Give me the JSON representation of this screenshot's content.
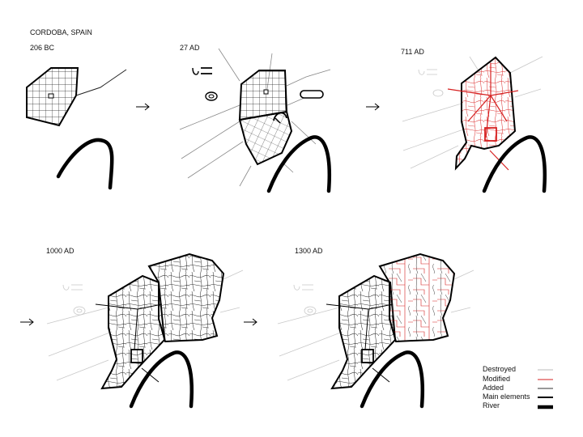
{
  "header": {
    "title": "CORDOBA, SPAIN"
  },
  "stages": [
    {
      "label": "206 BC"
    },
    {
      "label": "27 AD"
    },
    {
      "label": "711 AD"
    },
    {
      "label": "1000 AD"
    },
    {
      "label": "1300 AD"
    }
  ],
  "legend": {
    "items": [
      {
        "label": "Destroyed",
        "color": "#bbbbbb"
      },
      {
        "label": "Modified",
        "color": "#d62020"
      },
      {
        "label": "Added",
        "color": "#333333"
      },
      {
        "label": "Main elements",
        "color": "#000000"
      },
      {
        "label": "River",
        "color": "#000000"
      }
    ]
  },
  "icons": {
    "arrow": "right-arrow-icon"
  }
}
